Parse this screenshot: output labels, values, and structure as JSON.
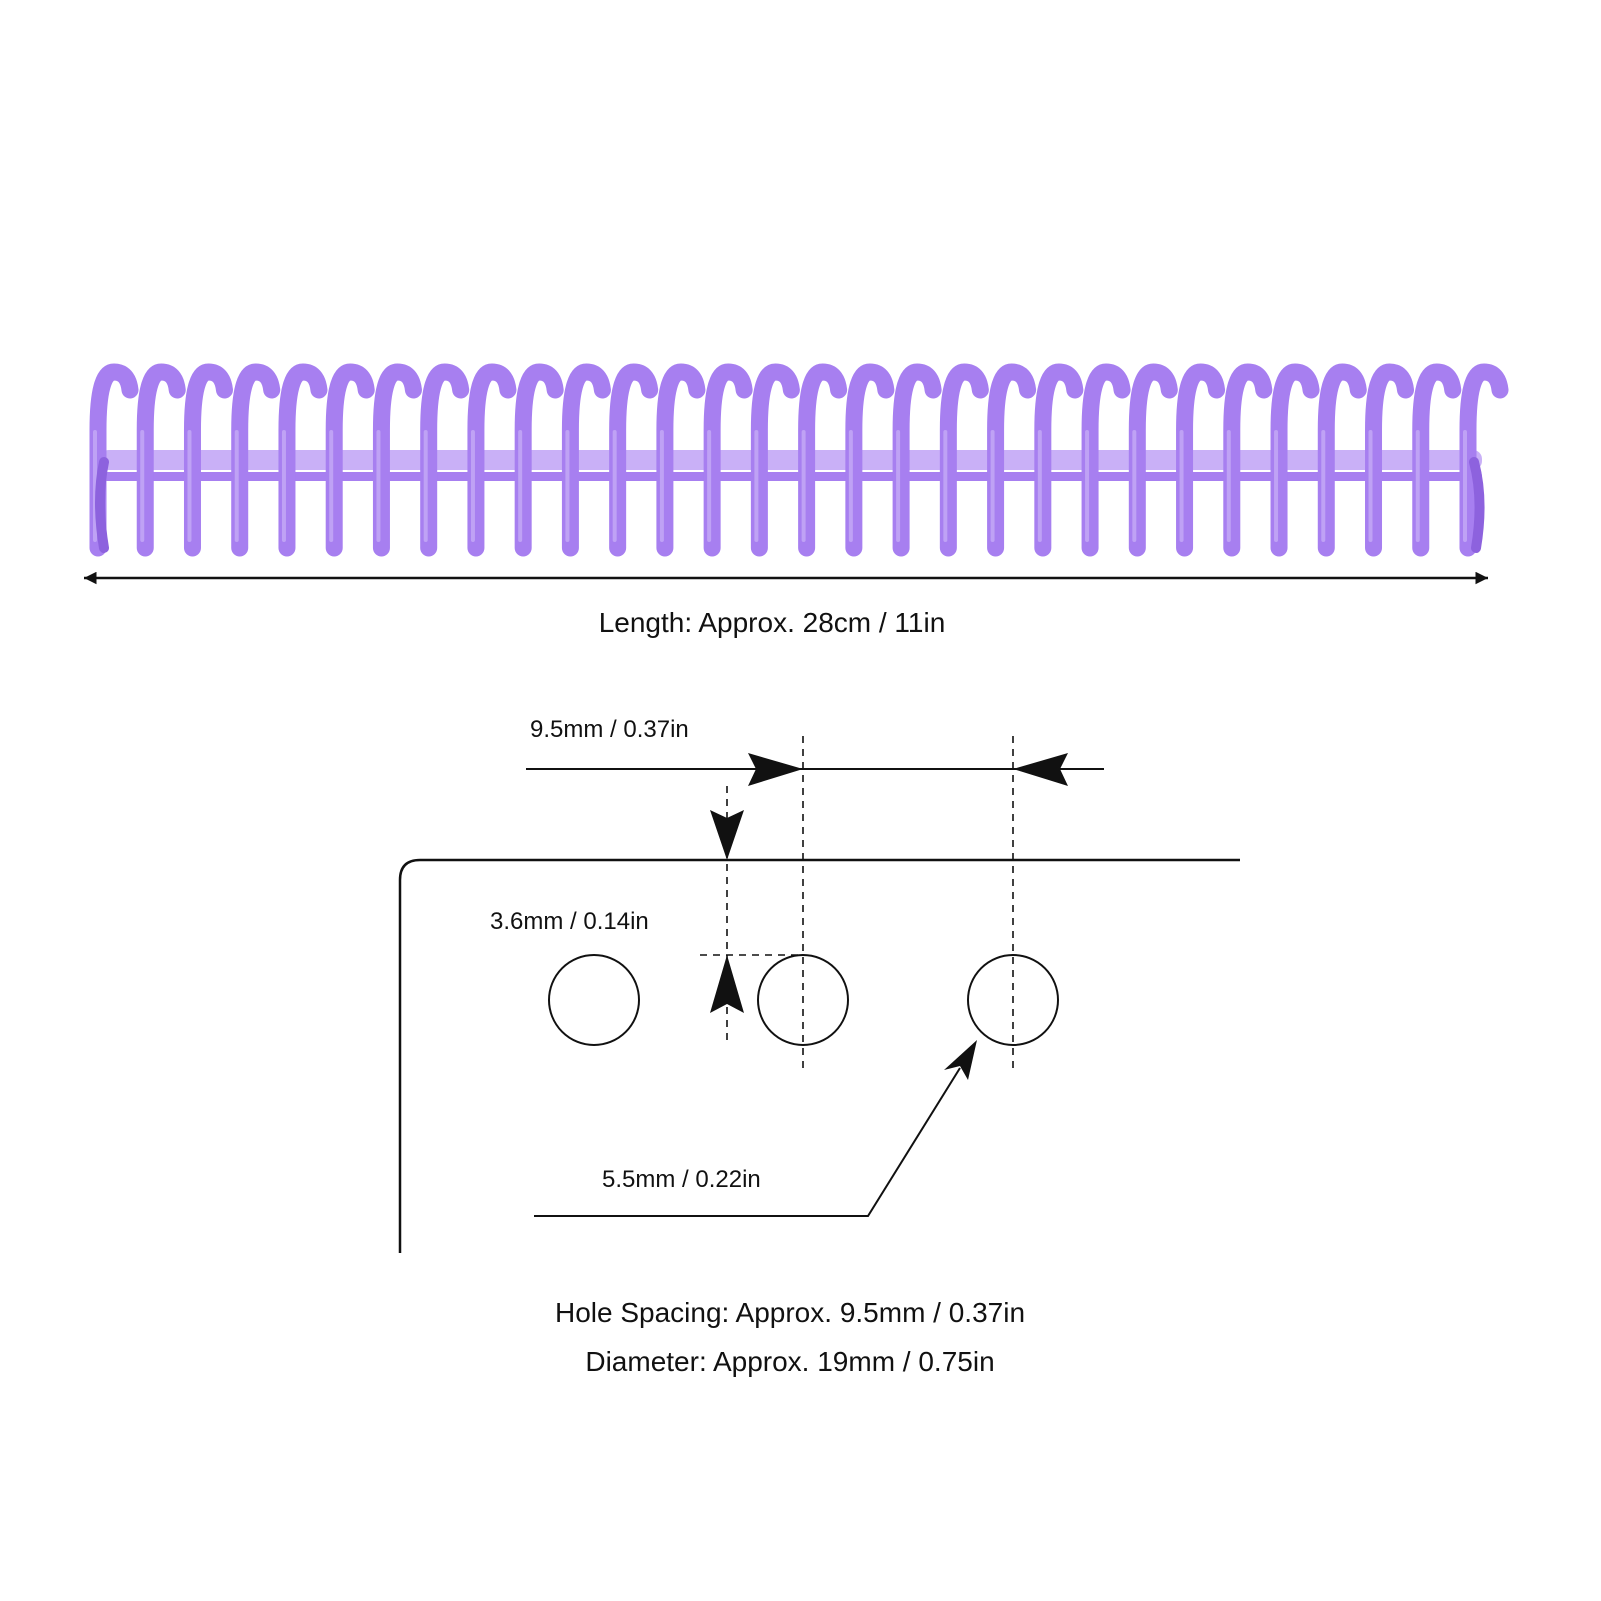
{
  "colors": {
    "binder": "#a77ff0",
    "binder_light": "#c9b0f7",
    "binder_dark": "#8d62de",
    "line": "#111111"
  },
  "binder": {
    "ring_count": 30
  },
  "labels": {
    "length": "Length: Approx. 28cm / 11in",
    "pitch": "9.5mm / 0.37in",
    "edge_distance": "3.6mm / 0.14in",
    "hole_size": "5.5mm / 0.22in",
    "hole_spacing": "Hole Spacing: Approx. 9.5mm / 0.37in",
    "diameter": "Diameter: Approx. 19mm / 0.75in"
  }
}
